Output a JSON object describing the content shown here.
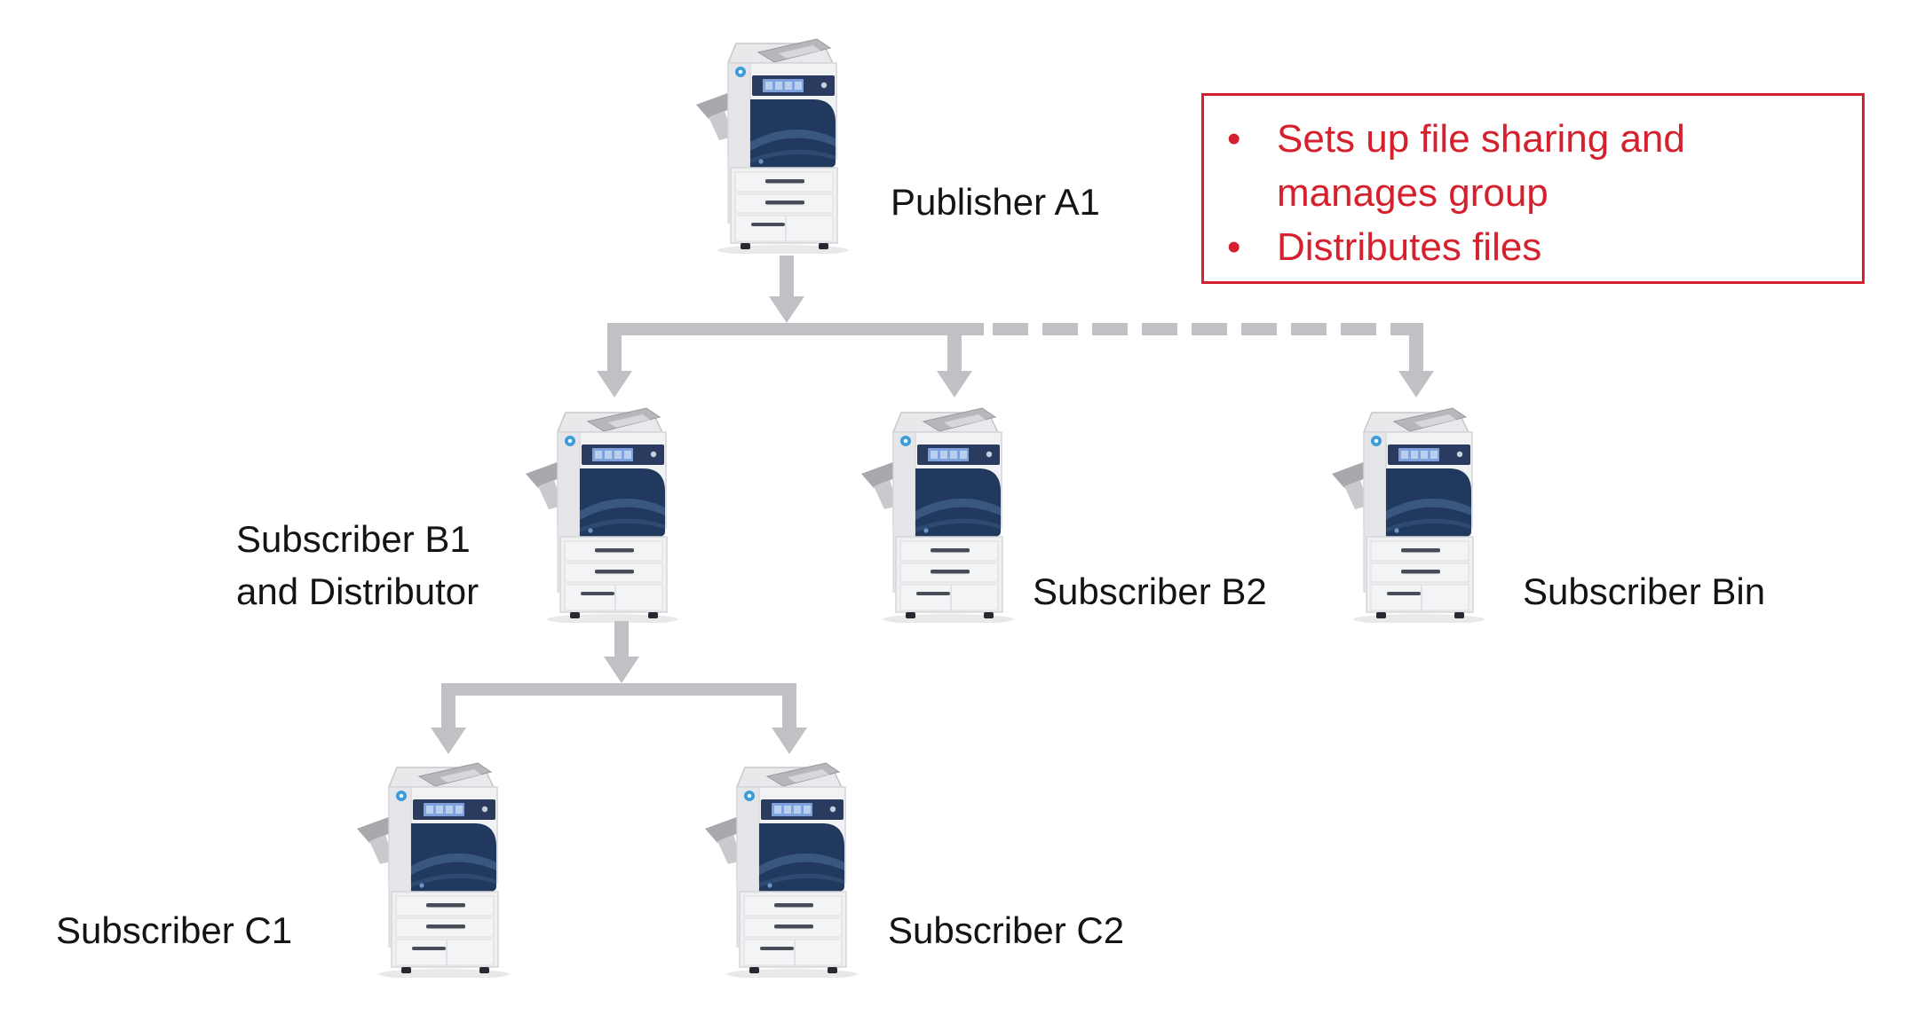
{
  "page": {
    "background": "#FFFFFF"
  },
  "colors": {
    "connector_gray": "#BFC1C4",
    "callout_red": "#D4212D",
    "label_text": "#141414",
    "printer_navy": "#21395E",
    "printer_logo_blue": "#3E9CD8"
  },
  "icons": {
    "node_icon": "printer-icon"
  },
  "diagram": {
    "nodes": [
      {
        "id": "publisher-a1",
        "label": "Publisher A1"
      },
      {
        "id": "subscriber-b1",
        "label_lines": [
          "Subscriber B1",
          "and Distributor"
        ]
      },
      {
        "id": "subscriber-b2",
        "label": "Subscriber B2"
      },
      {
        "id": "subscriber-bin",
        "label": "Subscriber Bin"
      },
      {
        "id": "subscriber-c1",
        "label": "Subscriber C1"
      },
      {
        "id": "subscriber-c2",
        "label": "Subscriber C2"
      }
    ],
    "edges": [
      {
        "from": "publisher-a1",
        "to": "subscriber-b1",
        "style": "solid"
      },
      {
        "from": "publisher-a1",
        "to": "subscriber-b2",
        "style": "solid"
      },
      {
        "from": "publisher-a1",
        "to": "subscriber-bin",
        "style": "dashed"
      },
      {
        "from": "subscriber-b1",
        "to": "subscriber-c1",
        "style": "solid"
      },
      {
        "from": "subscriber-b1",
        "to": "subscriber-c2",
        "style": "solid"
      }
    ]
  },
  "callout": {
    "bullet_glyph": "•",
    "items": [
      "Sets up file sharing and manages group",
      "Distributes files"
    ]
  }
}
